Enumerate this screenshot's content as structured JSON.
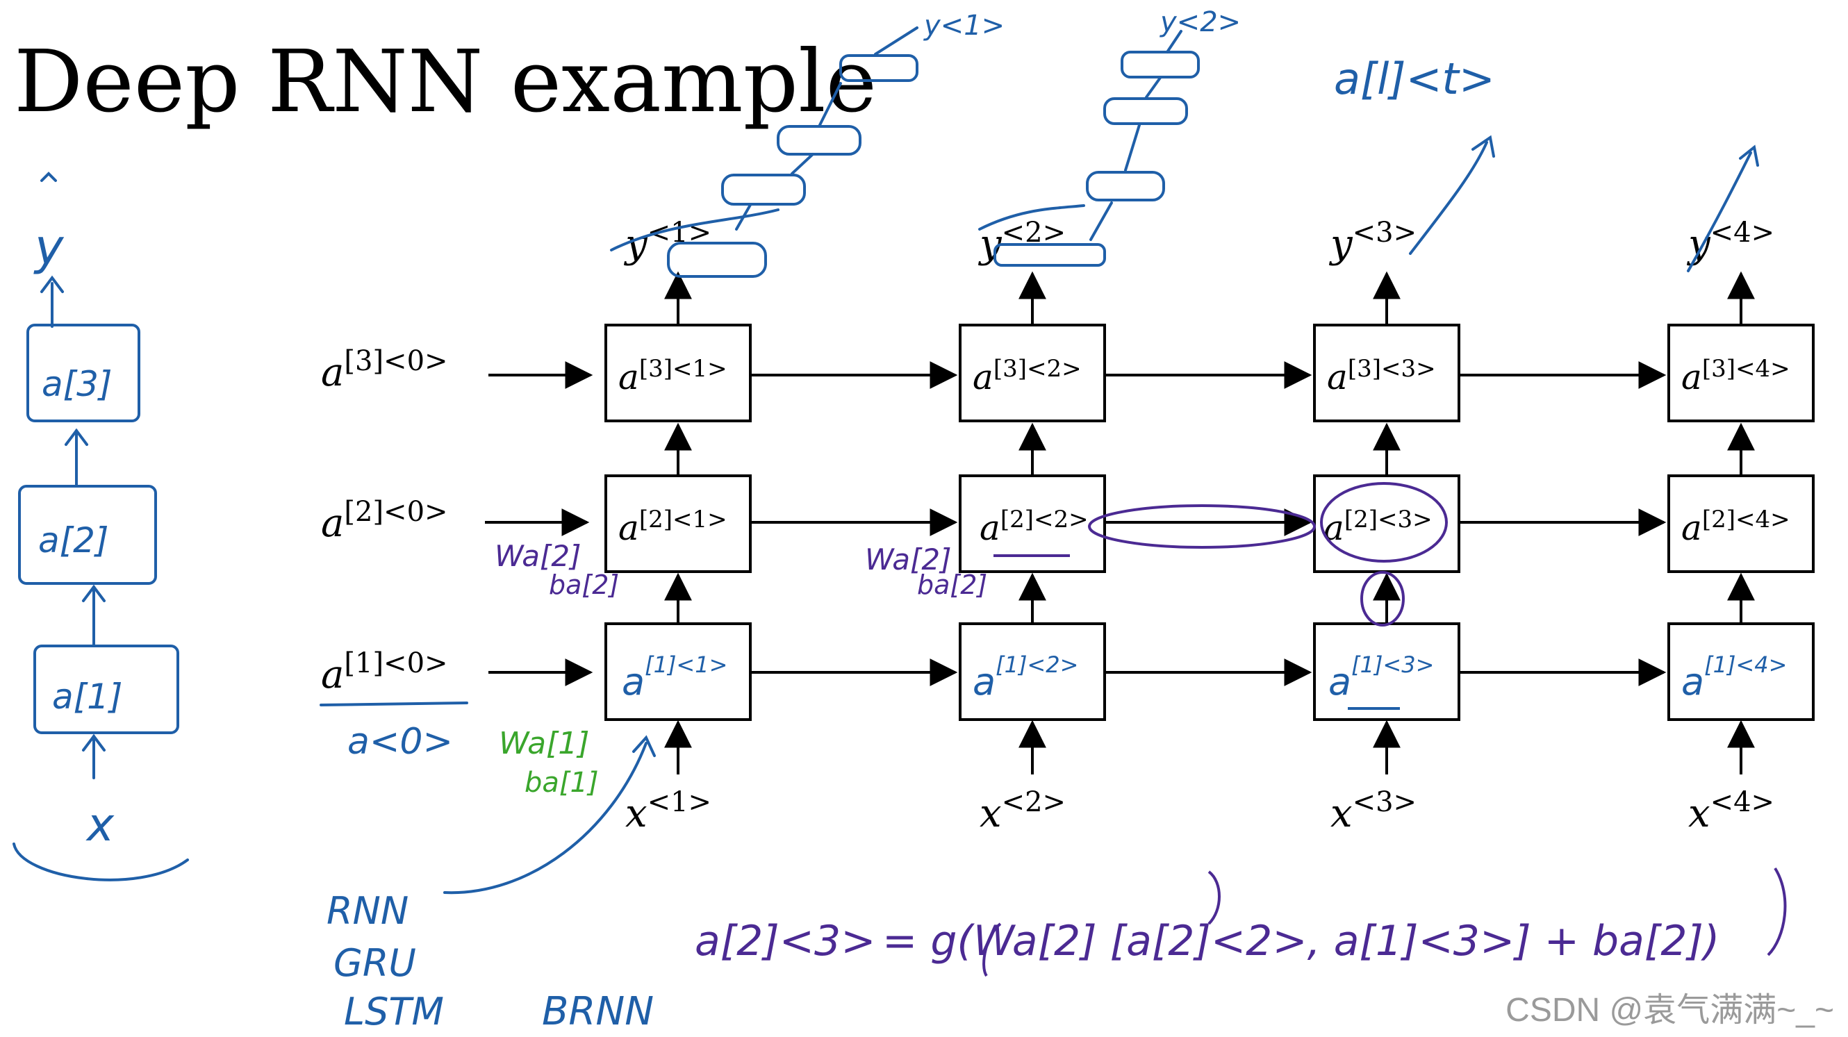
{
  "title": "Deep RNN example",
  "colors": {
    "ink": "#000000",
    "blue_ink": "#1f5fa8",
    "purple_ink": "#4b2a93",
    "green_ink": "#3aa62c",
    "watermark": "#9a9a9a"
  },
  "initial_activations": [
    {
      "label": "a",
      "sup": "[3]<0>"
    },
    {
      "label": "a",
      "sup": "[2]<0>"
    },
    {
      "label": "a",
      "sup": "[1]<0>"
    }
  ],
  "columns": [
    {
      "y_label": "y",
      "y_sup": "<1>",
      "x_label": "x",
      "x_sup": "<1>",
      "cells": [
        {
          "label": "a",
          "sup": "[3]<1>"
        },
        {
          "label": "a",
          "sup": "[2]<1>"
        },
        {
          "label": "a",
          "sup": "[1]<1>",
          "handwritten": true
        }
      ]
    },
    {
      "y_label": "y",
      "y_sup": "<2>",
      "x_label": "x",
      "x_sup": "<2>",
      "cells": [
        {
          "label": "a",
          "sup": "[3]<2>"
        },
        {
          "label": "a",
          "sup": "[2]<2>"
        },
        {
          "label": "a",
          "sup": "[1]<2>",
          "handwritten": true
        }
      ]
    },
    {
      "y_label": "y",
      "y_sup": "<3>",
      "x_label": "x",
      "x_sup": "<3>",
      "cells": [
        {
          "label": "a",
          "sup": "[3]<3>"
        },
        {
          "label": "a",
          "sup": "[2]<3>"
        },
        {
          "label": "a",
          "sup": "[1]<3>",
          "handwritten": true
        }
      ]
    },
    {
      "y_label": "y",
      "y_sup": "<4>",
      "x_label": "x",
      "x_sup": "<4>",
      "cells": [
        {
          "label": "a",
          "sup": "[3]<4>"
        },
        {
          "label": "a",
          "sup": "[2]<4>"
        },
        {
          "label": "a",
          "sup": "[1]<4>",
          "handwritten": true
        }
      ]
    }
  ],
  "annotations": {
    "a0": "a<0>",
    "top_right": "a[l]<t>",
    "y_out_1": "y<1>",
    "y_out_2": "y<2>",
    "w_green": "Wa[1]",
    "b_green": "ba[1]",
    "w_purple_1": "Wa[2]",
    "b_purple_1": "ba[2]",
    "w_purple_2": "Wa[2]",
    "b_purple_2": "ba[2]",
    "model_types": [
      "RNN",
      "GRU",
      "LSTM"
    ],
    "brnn": "BRNN",
    "left_stack": {
      "y": "y",
      "layers": [
        "a[3]",
        "a[2]",
        "a[1]"
      ],
      "x": "x"
    }
  },
  "equation": {
    "lhs": "a[2]<3>",
    "rhs": "= g(Wa[2] [a[2]<2>, a[1]<3>] + ba[2])"
  },
  "watermark": "CSDN @袁气满满~_~"
}
